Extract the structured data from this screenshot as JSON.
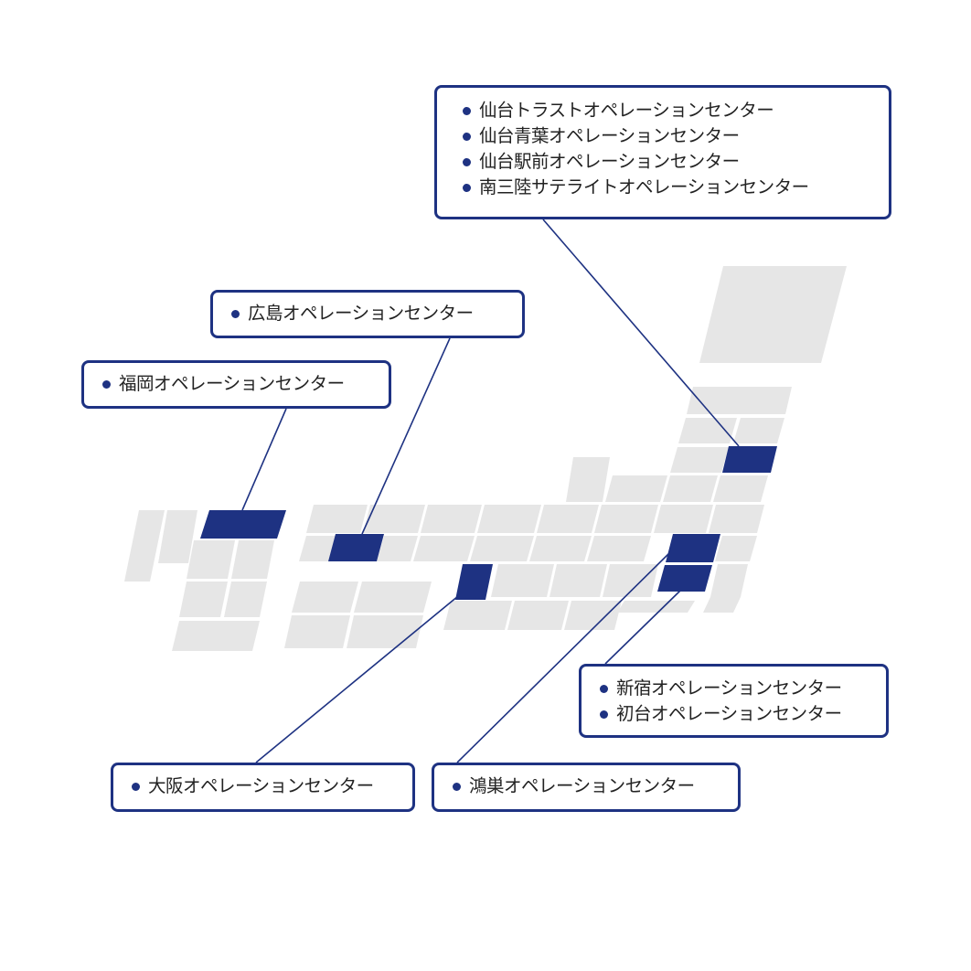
{
  "colors": {
    "accent": "#1e3282",
    "map_fill": "#e6e6e6",
    "text": "#222222",
    "background": "#ffffff"
  },
  "labels": {
    "sendai": [
      "仙台トラストオペレーションセンター",
      "仙台青葉オペレーションセンター",
      "仙台駅前オペレーションセンター",
      "南三陸サテライトオペレーションセンター"
    ],
    "hiroshima": "広島オペレーションセンター",
    "fukuoka": "福岡オペレーションセンター",
    "shinjuku": [
      "新宿オペレーションセンター",
      "初台オペレーションセンター"
    ],
    "osaka": "大阪オペレーションセンター",
    "kounosu": "鴻巣オペレーションセンター"
  }
}
